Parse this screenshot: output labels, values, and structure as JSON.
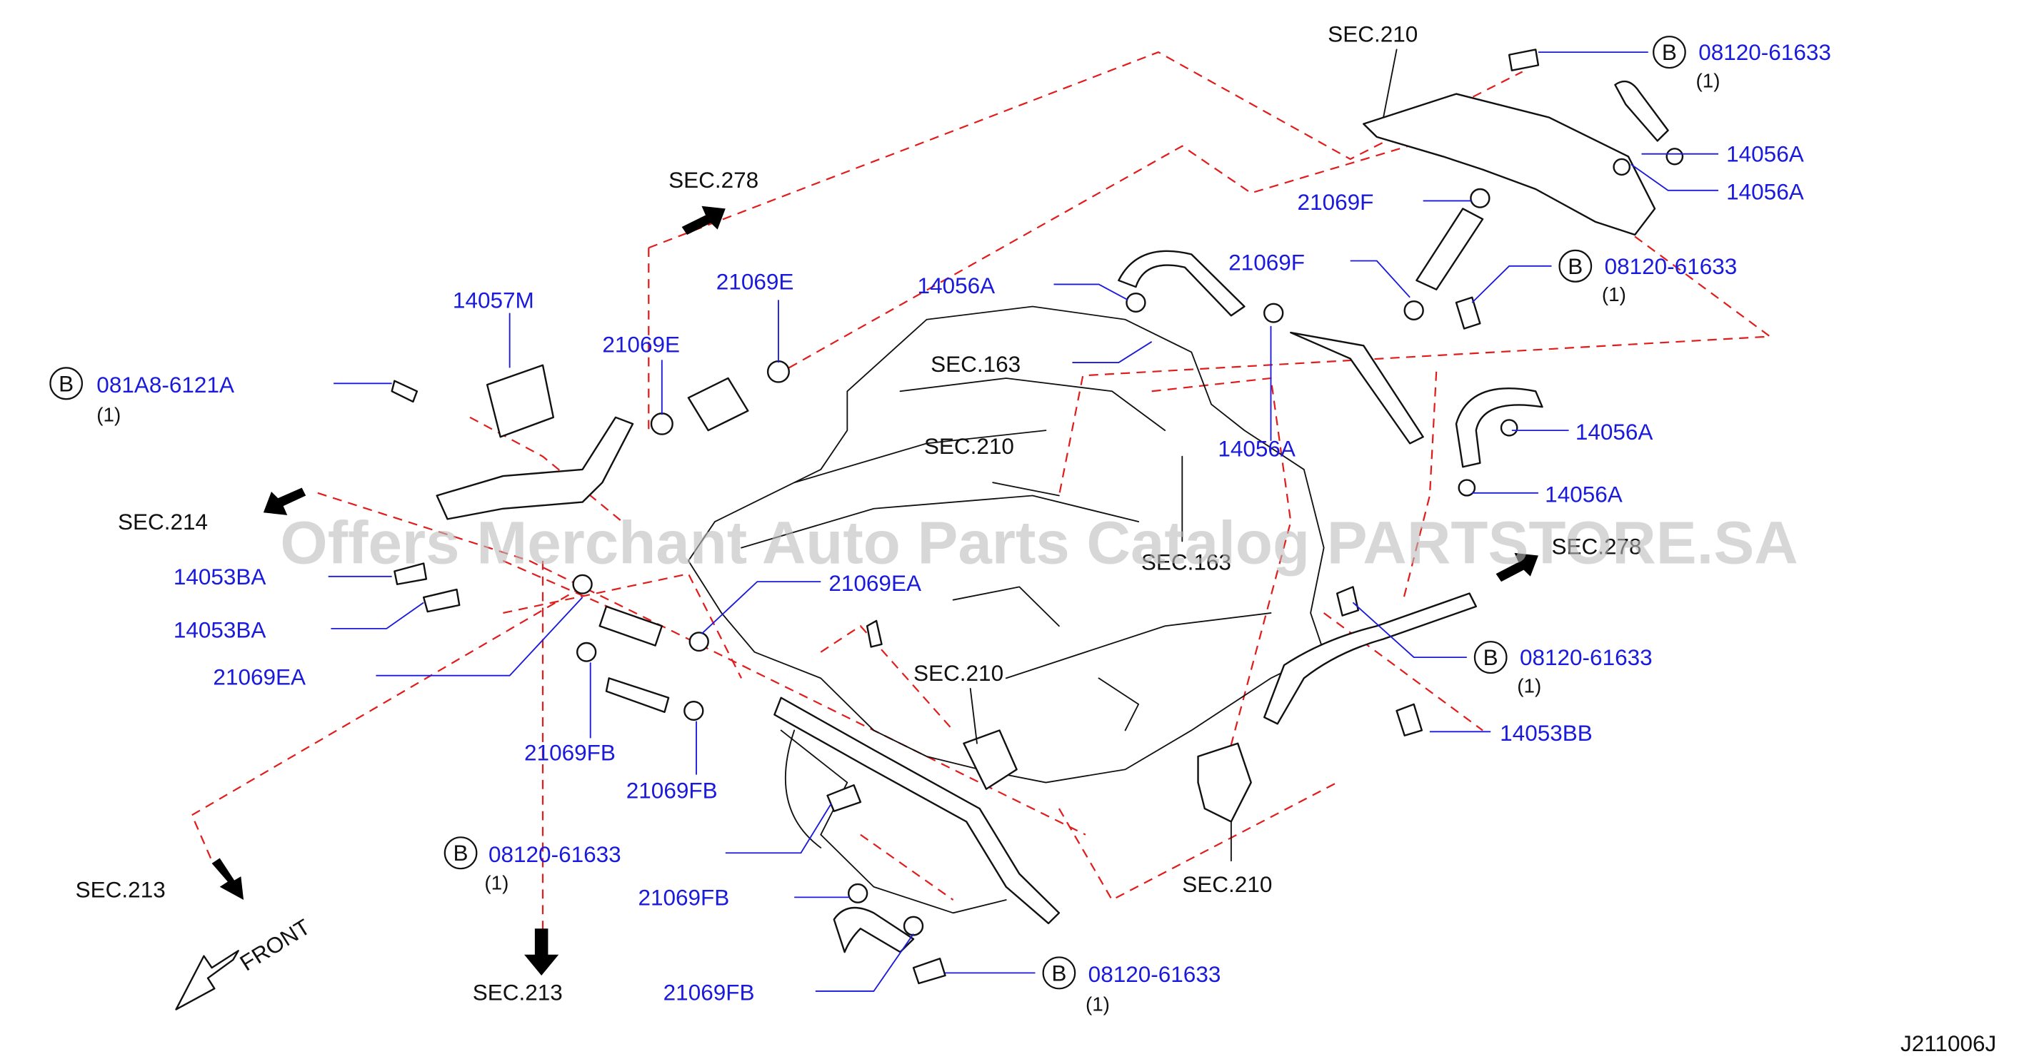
{
  "watermark": "Offers Merchant Auto Parts Catalog PARTSTORE.SA",
  "diagram_code": "J211006J",
  "front_label": "FRONT",
  "sections": {
    "sec210_top": "SEC.210",
    "sec278_top": "SEC.278",
    "sec163_a": "SEC.163",
    "sec210_mid": "SEC.210",
    "sec_left": "SEC.214",
    "sec163_b": "SEC.163",
    "sec278_right": "SEC.278",
    "sec210_lower": "SEC.210",
    "sec210_bottom_right": "SEC.210",
    "sec213_left": "SEC.213",
    "sec213_bottom": "SEC.213"
  },
  "bolt_prefix": "B",
  "qty_text": "(1)",
  "parts": {
    "p_08120_top": "08120-61633",
    "p_14056A_r1": "14056A",
    "p_14056A_r2": "14056A",
    "p_21069F_a": "21069F",
    "p_21069F_b": "21069F",
    "p_08120_mid_right": "08120-61633",
    "p_14056A_mid": "14056A",
    "p_14056A_r3": "14056A",
    "p_14056A_r4": "14056A",
    "p_14056A_r5": "14056A",
    "p_21069E_a": "21069E",
    "p_21069E_b": "21069E",
    "p_14057M": "14057M",
    "p_081A8": "081A8-6121A",
    "p_14053BA_a": "14053BA",
    "p_14053BA_b": "14053BA",
    "p_21069EA_a": "21069EA",
    "p_21069EA_b": "21069EA",
    "p_21069FB_a": "21069FB",
    "p_21069FB_b": "21069FB",
    "p_21069FB_c": "21069FB",
    "p_21069FB_d": "21069FB",
    "p_08120_left": "08120-61633",
    "p_08120_right_low": "08120-61633",
    "p_14053BB": "14053BB",
    "p_08120_bottom": "08120-61633"
  },
  "colors": {
    "label_blue": "#1a1adc",
    "leader_blue": "#1a1adc",
    "dashed_red": "#e21b1b",
    "outline": "#111111"
  }
}
